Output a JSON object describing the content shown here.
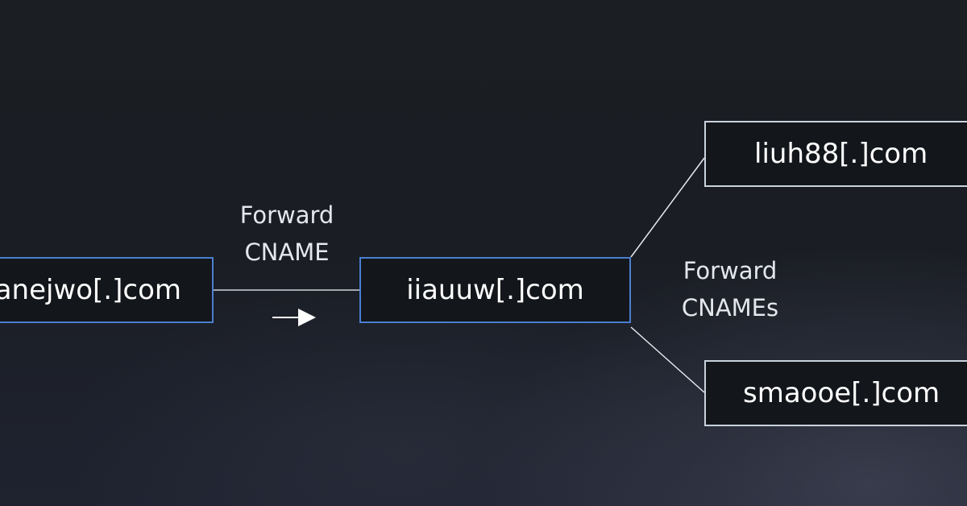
{
  "diagram": {
    "nodes": {
      "left": "anejwo[.]com",
      "center": "iiauuw[.]com",
      "top_right": "liuh88[.]com",
      "bottom_right": "smaooe[.]com"
    },
    "edge_labels": {
      "forward_cname": [
        "Forward",
        "CNAME"
      ],
      "forward_cnames": [
        "Forward",
        "CNAMEs"
      ]
    },
    "colors": {
      "background": "#1a1d23",
      "box_fill": "#13161b",
      "blue_border": "#4a7fd0",
      "white_border": "#c9d2dc",
      "text": "#ffffff",
      "connector": "#e6e9ee"
    }
  }
}
